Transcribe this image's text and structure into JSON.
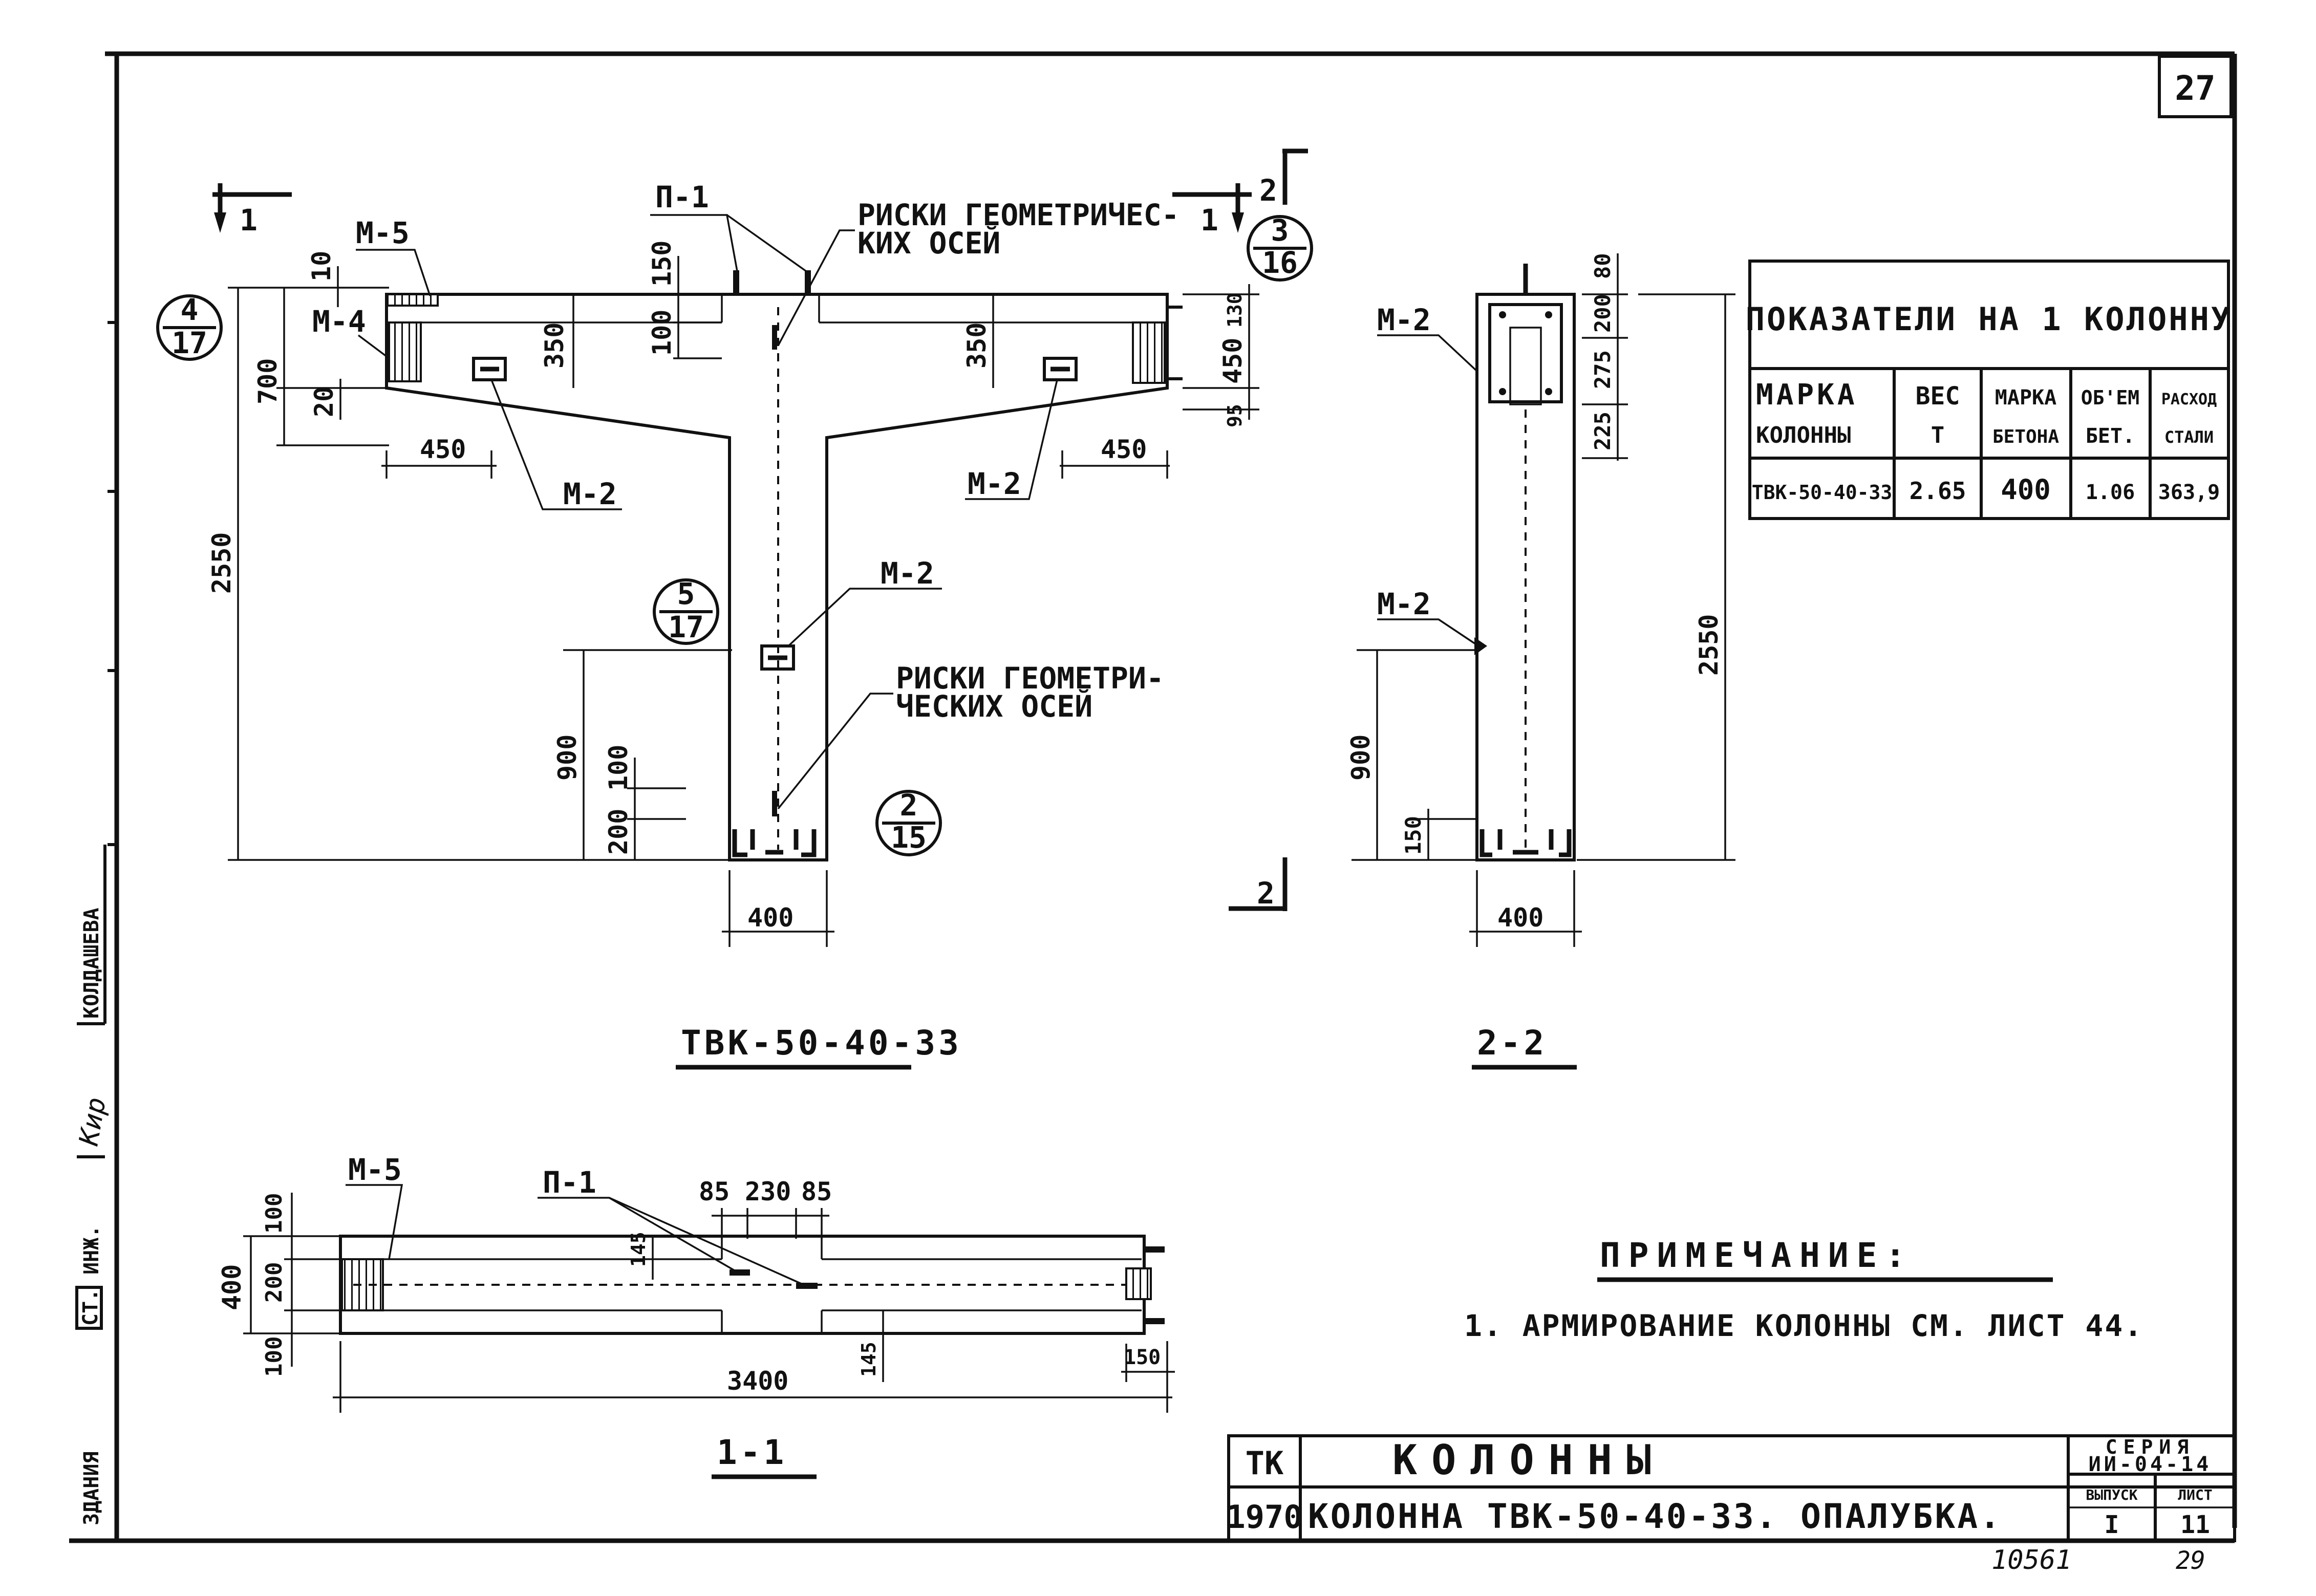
{
  "sheet": {
    "page_number": "27",
    "bottom_number": "10561",
    "bottom_page": "29"
  },
  "side_stamp": {
    "text1": "ЗДАНИЯ",
    "text2": "СТ.",
    "text3": "ИНЖ.",
    "signature": "Кир",
    "name": "КОЛДАШЕВА"
  },
  "main_view": {
    "caption": "ТВК-50-40-33",
    "section_mark": "1",
    "section_mark2": "2",
    "labels": {
      "m5": "М-5",
      "m4": "М-4",
      "m2_left": "М-2",
      "m2_right": "М-2",
      "m2_center": "М-2",
      "p1": "П-1",
      "axes_top_1": "РИСКИ ГЕОМЕТРИЧЕС-",
      "axes_top_2": "КИХ ОСЕЙ",
      "axes_bottom_1": "РИСКИ ГЕОМЕТРИ-",
      "axes_bottom_2": "ЧЕСКИХ ОСЕЙ"
    },
    "callouts": [
      {
        "top": "4",
        "bottom": "17"
      },
      {
        "top": "3",
        "bottom": "16"
      },
      {
        "top": "5",
        "bottom": "17"
      },
      {
        "top": "2",
        "bottom": "15"
      }
    ],
    "dims": {
      "d10": "10",
      "d700": "700",
      "d20": "20",
      "d450_left": "450",
      "d2550": "2550",
      "d150": "150",
      "d100": "100",
      "d350_left": "350",
      "d350_right": "350",
      "d450_right": "450",
      "d130": "130",
      "d450_v": "450",
      "d95": "95",
      "d900": "900",
      "d100_b": "100",
      "d200": "200",
      "d400": "400"
    }
  },
  "section_2_2": {
    "caption": "2-2",
    "labels": {
      "m2_top": "М-2",
      "m2_mid": "М-2"
    },
    "dims": {
      "d80": "80",
      "d200": "200",
      "d275": "275",
      "d225": "225",
      "d2550": "2550",
      "d900": "900",
      "d150": "150",
      "d400": "400"
    }
  },
  "section_1_1": {
    "caption": "1-1",
    "labels": {
      "m5": "М-5",
      "p1": "П-1"
    },
    "dims": {
      "d85_a": "85",
      "d230": "230",
      "d85_b": "85",
      "d145_a": "145",
      "d100_top": "100",
      "d400": "400",
      "d200": "200",
      "d100_bot": "100",
      "d3400": "3400",
      "d145_b": "145",
      "d150": "150"
    }
  },
  "table": {
    "title": "ПОКАЗАТЕЛИ НА 1 КОЛОННУ",
    "headers": [
      [
        "МАРКА",
        "КОЛОННЫ"
      ],
      [
        "ВЕС",
        "Т"
      ],
      [
        "МАРКА",
        "БЕТОНА"
      ],
      [
        "ОБ'ЕМ",
        "БЕТ."
      ],
      [
        "РАСХОД",
        "СТАЛИ"
      ]
    ],
    "row": [
      "ТВК-50-40-33",
      "2.65",
      "400",
      "1.06",
      "363,9"
    ]
  },
  "notes": {
    "title": "ПРИМЕЧАНИЕ:",
    "item": "1. АРМИРОВАНИЕ КОЛОННЫ СМ. ЛИСТ 44."
  },
  "title_block": {
    "org": "ТК",
    "year": "1970",
    "title": "КОЛОННЫ",
    "subtitle": "КОЛОННА ТВК-50-40-33. ОПАЛУБКА.",
    "series_label": "СЕРИЯ",
    "series_value": "ИИ-04-14",
    "issue_label": "ВЫПУСК",
    "issue_value": "I",
    "sheet_label": "ЛИСТ",
    "sheet_value": "11"
  }
}
